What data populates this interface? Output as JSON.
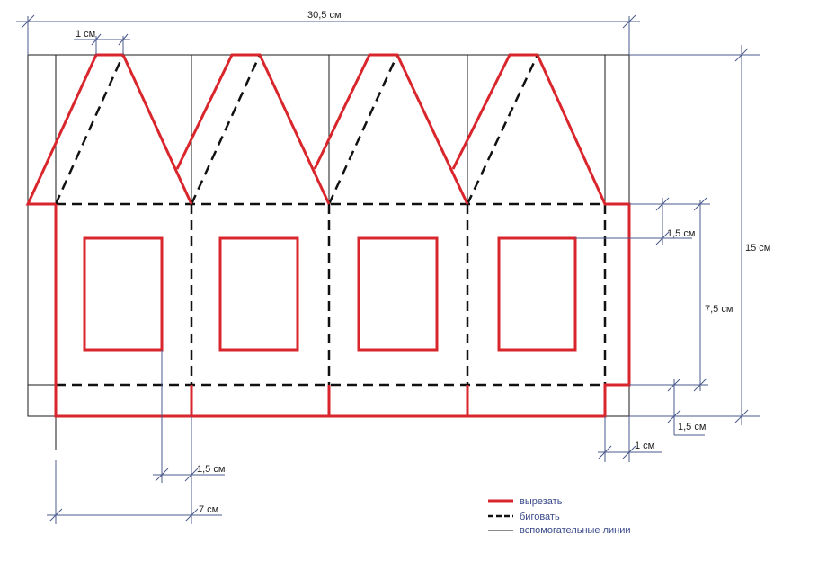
{
  "dimensions": {
    "total_width": "30,5 см",
    "top_flat": "1 см",
    "height_total": "15 см",
    "window_top_margin": "1,5 см",
    "window_height": "7,5 см",
    "bottom_margin": "1,5 см",
    "tab_width": "1 см",
    "window_side_margin": "1,5 см",
    "panel_width": "7 см"
  },
  "legend": {
    "cut": "вырезать",
    "fold": "биговать",
    "helper": "вспомогательные линии"
  },
  "colors": {
    "cut": "#d9262c",
    "fold": "#111111",
    "helper": "#1a1a1a",
    "dimension": "#4a5a8c"
  }
}
